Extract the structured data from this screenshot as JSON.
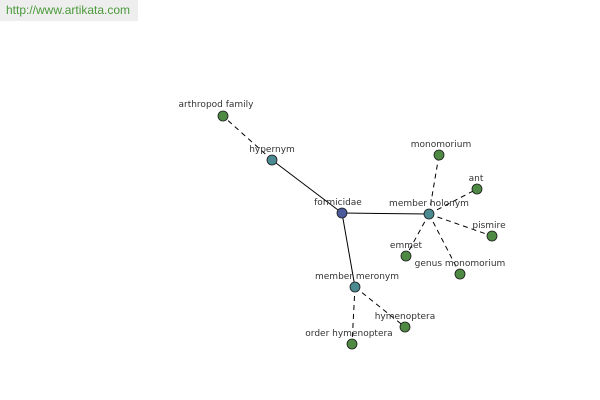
{
  "header": {
    "url": "http://www.artikata.com"
  },
  "colors": {
    "center": "#4a5a9a",
    "relation": "#4a8a90",
    "leaf": "#4e8a44"
  },
  "graph": {
    "nodes": [
      {
        "id": "formicidae",
        "label": "formicidae",
        "kind": "center"
      },
      {
        "id": "hypernym",
        "label": "hypernym",
        "kind": "relation"
      },
      {
        "id": "arthropod-family",
        "label": "arthropod family",
        "kind": "leaf"
      },
      {
        "id": "member-holonym",
        "label": "member holonym",
        "kind": "relation"
      },
      {
        "id": "monomorium",
        "label": "monomorium",
        "kind": "leaf"
      },
      {
        "id": "ant",
        "label": "ant",
        "kind": "leaf"
      },
      {
        "id": "pismire",
        "label": "pismire",
        "kind": "leaf"
      },
      {
        "id": "emmet",
        "label": "emmet",
        "kind": "leaf"
      },
      {
        "id": "genus-monomorium",
        "label": "genus monomorium",
        "kind": "leaf"
      },
      {
        "id": "member-meronym",
        "label": "member meronym",
        "kind": "relation"
      },
      {
        "id": "hymenoptera",
        "label": "hymenoptera",
        "kind": "leaf"
      },
      {
        "id": "order-hymenoptera",
        "label": "order hymenoptera",
        "kind": "leaf"
      }
    ],
    "edges": [
      {
        "from": "formicidae",
        "to": "hypernym",
        "style": "solid"
      },
      {
        "from": "formicidae",
        "to": "member-holonym",
        "style": "solid"
      },
      {
        "from": "formicidae",
        "to": "member-meronym",
        "style": "solid"
      },
      {
        "from": "hypernym",
        "to": "arthropod-family",
        "style": "dashed"
      },
      {
        "from": "member-holonym",
        "to": "monomorium",
        "style": "dashed"
      },
      {
        "from": "member-holonym",
        "to": "ant",
        "style": "dashed"
      },
      {
        "from": "member-holonym",
        "to": "pismire",
        "style": "dashed"
      },
      {
        "from": "member-holonym",
        "to": "emmet",
        "style": "dashed"
      },
      {
        "from": "member-holonym",
        "to": "genus-monomorium",
        "style": "dashed"
      },
      {
        "from": "member-meronym",
        "to": "hymenoptera",
        "style": "dashed"
      },
      {
        "from": "member-meronym",
        "to": "order-hymenoptera",
        "style": "dashed"
      }
    ]
  }
}
